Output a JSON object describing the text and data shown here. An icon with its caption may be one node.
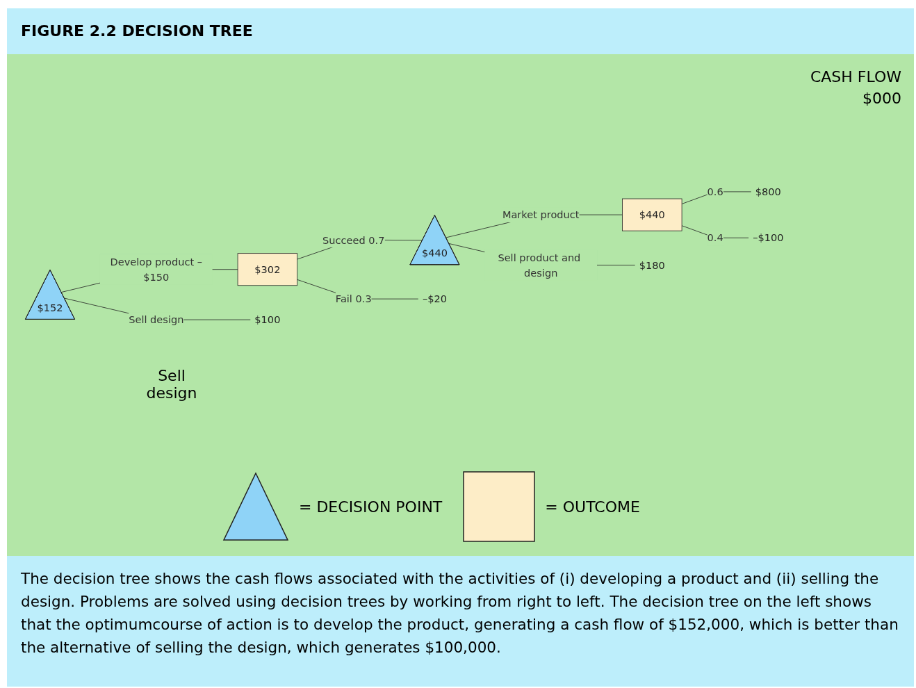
{
  "diagram": {
    "title": "FIGURE 2.2 DECISION TREE",
    "caption": "The decision tree shows the cash flows associated with the activities of (i) developing a product and (ii) selling the design. Problems are solved using decision trees by working from right to left. The decision tree on the left shows that the optimumcourse of action is to develop the product, generating a cash flow of $152,000, which is better than the alternative of selling the design, which generates $100,000.",
    "nodes": [
      {
        "text": [
          "$152"
        ]
      },
      {
        "text": [
          "$302"
        ]
      },
      {
        "text": [
          "$440"
        ]
      },
      {
        "text": [
          "$440"
        ]
      },
      {
        "text": [
          "$800"
        ]
      },
      {
        "text": [
          "–$100"
        ]
      },
      {
        "text": [
          "$180"
        ]
      },
      {
        "text": [
          "–$20"
        ]
      },
      {
        "text": [
          "$100"
        ]
      }
    ],
    "edges": [
      {
        "from": 0,
        "to": 1,
        "arrow": "none",
        "label": "Develop product –$150"
      },
      {
        "from": 1,
        "to": 2,
        "arrow": "none",
        "label": "Succeed 0.7"
      },
      {
        "from": 1,
        "to": 7,
        "arrow": "none",
        "label": "Fail 0.3"
      },
      {
        "from": 2,
        "to": 3,
        "arrow": "none",
        "label": "Market product"
      },
      {
        "from": 2,
        "to": 6,
        "arrow": "none",
        "label": "Sell product and design"
      },
      {
        "from": 3,
        "to": 4,
        "arrow": "none",
        "label": "0.6"
      },
      {
        "from": 3,
        "to": 5,
        "arrow": "none",
        "label": "0.4"
      },
      {
        "from": 0,
        "to": 8,
        "arrow": "none",
        "label": "Sell design"
      }
    ],
    "labels": [
      "CASH FLOW",
      "$000",
      "Sell design"
    ],
    "legend": [
      {
        "text": "= DECISION POINT"
      },
      {
        "text": "= OUTCOME"
      }
    ]
  }
}
